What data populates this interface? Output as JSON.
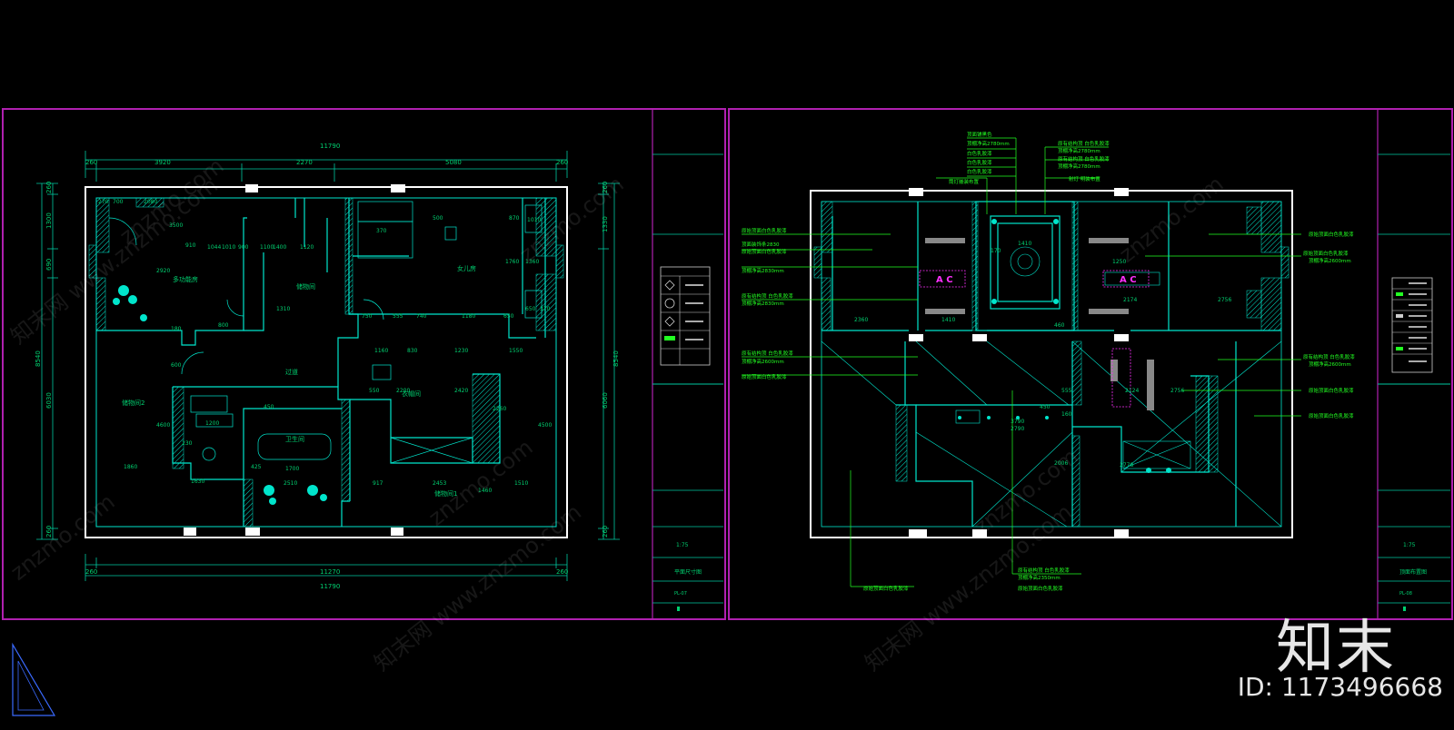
{
  "colors": {
    "background": "#000000",
    "frame": "#b020b0",
    "wall": "#ffffff",
    "wall_hatch": "#00e5cc",
    "dim": "#00c8a0",
    "text": "#00d070",
    "annot": "#22ff22",
    "magenta": "#ff30ff"
  },
  "left_sheet": {
    "overall_top": "11790",
    "top_segments": [
      "260",
      "3920",
      "2270",
      "5080",
      "260"
    ],
    "overall_bottom_inner": "11270",
    "overall_bottom": "11790",
    "bottom_ends": [
      "260",
      "260"
    ],
    "left_height": "8540",
    "left_segments": [
      "260",
      "1300",
      "690",
      "6030",
      "260"
    ],
    "right_height": "8540",
    "right_segments": [
      "260",
      "1330",
      "6060",
      "260"
    ],
    "room_multi": "多功能房",
    "room_girl": "女儿房",
    "room_corridor": "过道",
    "room_cloak": "衣帽间",
    "room_storage1": "储物间",
    "room_storage2": "储物间2",
    "room_storage3": "储物间1",
    "room_bath": "卫生间",
    "dims_inner": [
      "270",
      "700",
      "2080",
      "3500",
      "2920",
      "910",
      "1044",
      "1010",
      "900",
      "1100",
      "1400",
      "1120",
      "370",
      "500",
      "870",
      "1010",
      "1360",
      "1760",
      "1310",
      "750",
      "555",
      "740",
      "1180",
      "650",
      "1230",
      "1550",
      "1160",
      "830",
      "550",
      "2200",
      "2420",
      "2260",
      "4500",
      "1200",
      "1460",
      "450",
      "1860",
      "1700",
      "425",
      "1630",
      "2510",
      "917",
      "2453",
      "1510",
      "180",
      "800",
      "600",
      "4600",
      "230",
      "650",
      "370"
    ],
    "title_stamp": "平面尺寸图",
    "scale": "1:75",
    "sheet_no": "PL-07"
  },
  "right_sheet": {
    "ceiling_notes_top": [
      "顶面铺黑色",
      "顶棚净高2780mm",
      "白色乳胶漆",
      "白色乳胶漆",
      "白色乳胶漆",
      "筒灯嵌装布置"
    ],
    "ceiling_notes_top_right": [
      "原有结构顶 白色乳胶漆",
      "顶棚净高2780mm",
      "原有结构顶 白色乳胶漆",
      "顶棚净高2780mm",
      "射灯 明装布置"
    ],
    "left_notes": [
      "原始顶面白色乳胶漆",
      "顶面装饰条2830",
      "原始顶面白色乳胶漆",
      "顶棚净高2830mm",
      "原有结构顶 白色乳胶漆",
      "顶棚净高2830mm",
      "原有结构顶 白色乳胶漆",
      "顶棚净高2600mm",
      "原始顶面白色乳胶漆"
    ],
    "right_notes": [
      "原始顶面白色乳胶漆",
      "原始顶面白色乳胶漆",
      "顶棚净高2600mm",
      "原有结构顶 白色乳胶漆",
      "顶棚净高2600mm",
      "原始顶面白色乳胶漆",
      "原始顶面白色乳胶漆"
    ],
    "bottom_notes": [
      "原始顶面白色乳胶漆",
      "原有结构顶 白色乳胶漆",
      "顶棚净高2350mm",
      "原始顶面白色乳胶漆"
    ],
    "ac_label": "A C",
    "dims": [
      "1410",
      "2360",
      "1410",
      "2174",
      "2756",
      "1250",
      "170",
      "2790",
      "2756",
      "2124",
      "3790",
      "2006",
      "2778",
      "160",
      "460",
      "555",
      "450"
    ],
    "title_stamp": "顶面布置图",
    "scale": "1:75",
    "sheet_no": "PL-08"
  },
  "legend_rows": 5,
  "watermark_text": "znzmo.com",
  "watermark_cn": "知末网 www.znzmo.com",
  "brand": "知末",
  "image_id": "ID: 1173496668"
}
